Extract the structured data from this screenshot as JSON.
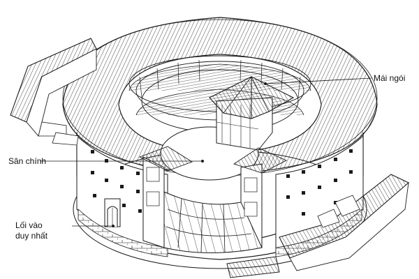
{
  "labels": {
    "roof": "Mái ngói",
    "courtyard": "Sân chính",
    "entrance_line1": "Lối vào",
    "entrance_line2": "duy nhất"
  },
  "colors": {
    "ink": "#1a1a1a",
    "paper": "#ffffff",
    "shade": "#e6e6e6"
  }
}
